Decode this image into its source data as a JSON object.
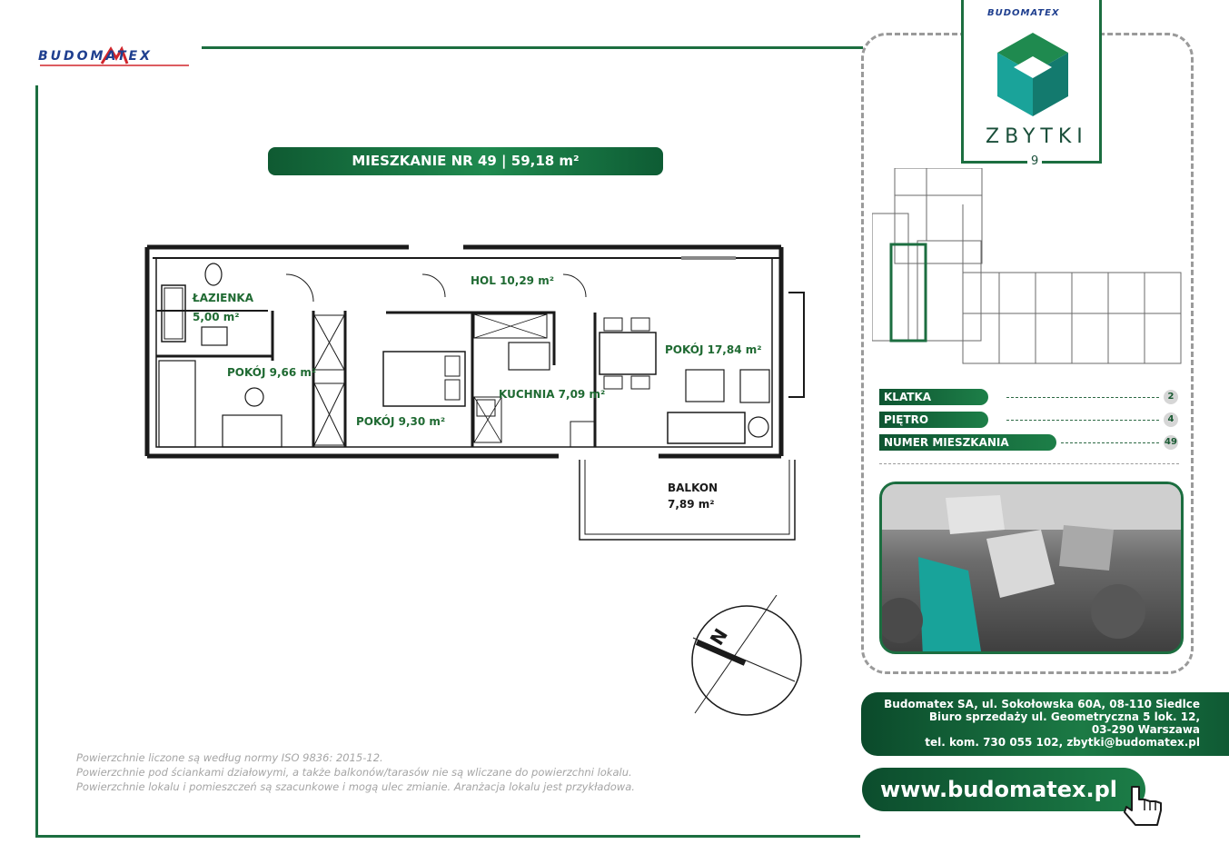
{
  "header": {
    "logo_text": "BUDOMATEX",
    "apartment_title": "MIESZKANIE NR 49 | 59,18 m²"
  },
  "rooms": {
    "hol": "HOL 10,29 m²",
    "lazienka_name": "ŁAZIENKA",
    "lazienka_area": "5,00 m²",
    "pokoj_966": "POKÓJ 9,66 m²",
    "pokoj_930": "POKÓJ 9,30 m²",
    "kuchnia": "KUCHNIA 7,09 m²",
    "pokoj_1784": "POKÓJ 17,84 m²",
    "balkon_name": "BALKON",
    "balkon_area": "7,89 m²"
  },
  "compass": {
    "letter": "N"
  },
  "notes": [
    "Powierzchnie liczone są według normy ISO 9836: 2015-12.",
    "Powierzchnie pod ściankami działowymi, a także balkonów/tarasów nie są wliczane do powierzchni lokalu.",
    "Powierzchnie lokalu i pomieszczeń są szacunkowe i mogą ulec zmianie. Aranżacja lokalu jest przykładowa."
  ],
  "project": {
    "brand": "BUDOMATEX",
    "name": "ZBYTKI",
    "number": "9"
  },
  "info": {
    "klatka_label": "KLATKA",
    "klatka_value": "2",
    "pietro_label": "PIĘTRO",
    "pietro_value": "4",
    "numer_label": "NUMER MIESZKANIA",
    "numer_value": "49"
  },
  "contact": {
    "line1": "Budomatex SA, ul. Sokołowska 60A, 08-110 Siedlce",
    "line2": "Biuro sprzedaży ul. Geometryczna 5 lok. 12,",
    "line3": "03-290 Warszawa",
    "line4": "tel. kom. 730 055 102, zbytki@budomatex.pl"
  },
  "website": "www.budomatex.pl",
  "colors": {
    "brand_green": "#1a7a45",
    "dark_green": "#0e5431",
    "logo_blue": "#1f3f8f",
    "logo_red": "#d0262c",
    "teal": "#1aa39a"
  },
  "icons": [
    "compass-icon",
    "hand-cursor-icon",
    "zbytki-logo-icon"
  ]
}
